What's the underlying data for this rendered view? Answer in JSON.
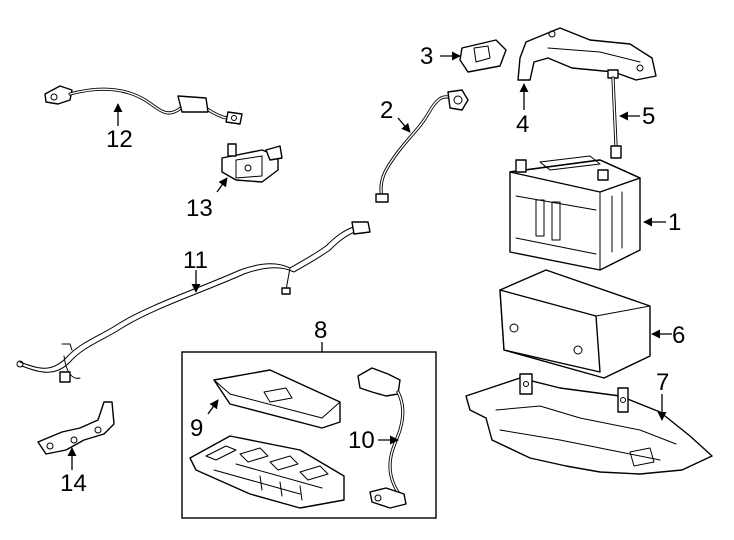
{
  "diagram": {
    "callouts": [
      "1",
      "2",
      "3",
      "4",
      "5",
      "6",
      "7",
      "8",
      "9",
      "10",
      "11",
      "12",
      "13",
      "14"
    ],
    "colors": {
      "line": "#000000",
      "background": "#ffffff",
      "shade": "#d9d9d9"
    }
  }
}
